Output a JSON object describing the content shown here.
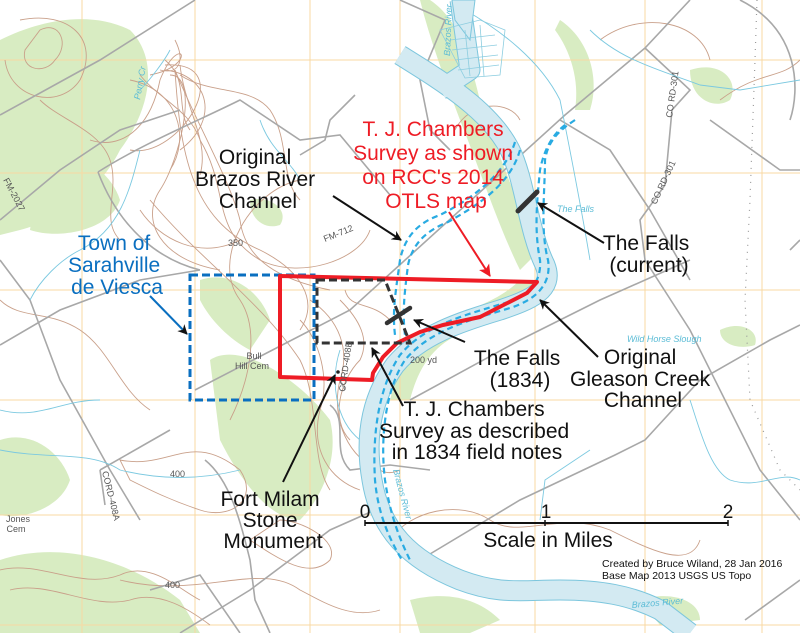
{
  "annotations": {
    "chambers_otls": [
      "T. J. Chambers",
      "Survey as shown",
      "on RCC's 2014",
      "OTLS map"
    ],
    "original_brazos": [
      "Original",
      "Brazos River",
      "Channel"
    ],
    "town": [
      "Town of",
      "Sarahville",
      "de Viesca"
    ],
    "falls_current": [
      "The Falls",
      "(current)"
    ],
    "falls_1834": [
      "The Falls",
      "(1834)"
    ],
    "gleason": [
      "Original",
      "Gleason Creek",
      "Channel"
    ],
    "chambers_1834": [
      "T. J. Chambers",
      "Survey as described",
      "in 1834 field notes"
    ],
    "fort_milam": [
      "Fort Milam",
      "Stone",
      "Monument"
    ]
  },
  "scale": {
    "ticks": [
      "0",
      "1",
      "2"
    ],
    "label": "Scale in Miles"
  },
  "credits": [
    "Created by Bruce Wiland, 28 Jan 2016",
    "Base Map 2013 USGS US Topo"
  ],
  "map_labels": {
    "brazos_top": "Brazos River",
    "brazos_bottom": "Brazos River",
    "brazos_mid": "Brazos River",
    "perry": "Perry Cr",
    "fm712": "FM-712",
    "fm2027": "FM-2027",
    "cord301a": "CO RD-301",
    "cord301b": "CO RD-301",
    "cord408b": "CORD-408B",
    "cord408a": "CORD-408A",
    "bull_hill": [
      "Bull",
      "Hill Cem"
    ],
    "jones": [
      "Jones",
      "Cem"
    ],
    "wild_horse": "Wild Horse Slough",
    "falls_small": "The Falls",
    "yd200": "200 yd",
    "c350": "350",
    "c400a": "400",
    "c400b": "400"
  },
  "colors": {
    "survey_otls": "#ee1c25",
    "town": "#0a6fc0",
    "old_channel": "#29abe2",
    "river": "#cfe8f0"
  }
}
